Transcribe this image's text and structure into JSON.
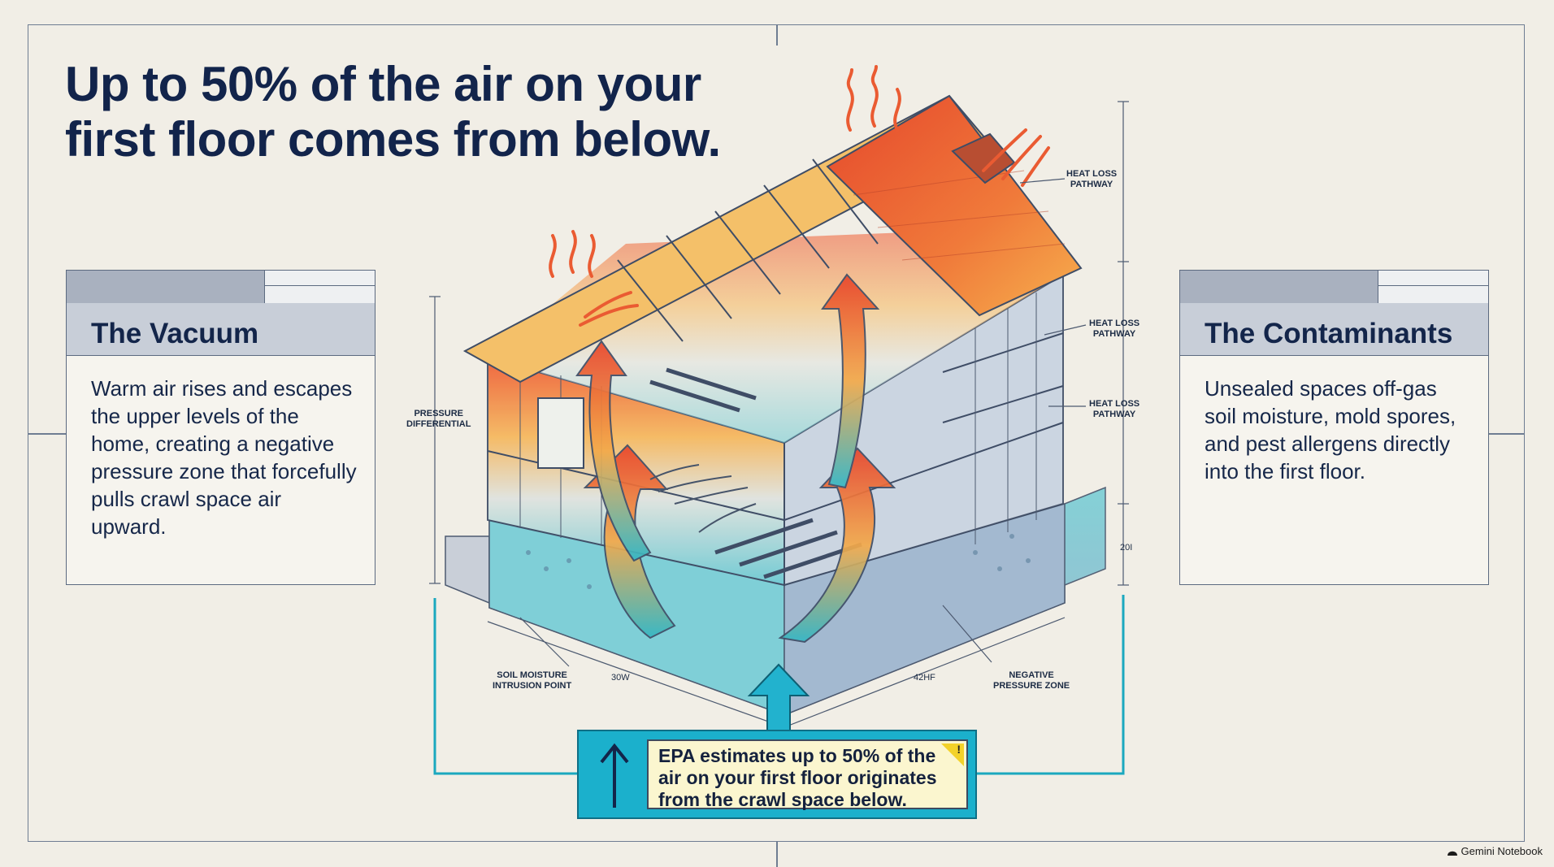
{
  "headline": {
    "line1": "Up to 50% of the air on your",
    "line2": "first floor comes from below."
  },
  "left_card": {
    "title": "The Vacuum",
    "body": "Warm air rises and escapes the upper levels of the home, creating a negative pressure zone that forcefully pulls crawl space air upward."
  },
  "right_card": {
    "title": "The Contaminants",
    "body": "Unsealed spaces off-gas soil moisture, mold spores, and pest allergens directly into the first floor."
  },
  "labels": {
    "heat_loss_1_line1": "HEAT LOSS",
    "heat_loss_1_line2": "PATHWAY",
    "heat_loss_2_line1": "HEAT LOSS",
    "heat_loss_2_line2": "PATHWAY",
    "heat_loss_3_line1": "HEAT LOSS",
    "heat_loss_3_line2": "PATHWAY",
    "pressure_line1": "PRESSURE",
    "pressure_line2": "DIFFERENTIAL",
    "soil_line1": "SOIL MOISTURE",
    "soil_line2": "INTRUSION POINT",
    "negative_line1": "NEGATIVE",
    "negative_line2": "PRESSURE ZONE",
    "dim_a": "30W",
    "dim_b": "42HF",
    "dim_c": "20I"
  },
  "callout": {
    "text": "EPA estimates up to 50% of the air on your first floor originates from the crawl space below.",
    "warning_mark": "!"
  },
  "branding": {
    "name": "Gemini Notebook",
    "icon": "gemini-notebook-icon"
  },
  "colors": {
    "navy": "#12244b",
    "hot": "#e8452c",
    "warm": "#f5a53c",
    "cool": "#2bb3c4",
    "callout": "#1bb0cc"
  }
}
